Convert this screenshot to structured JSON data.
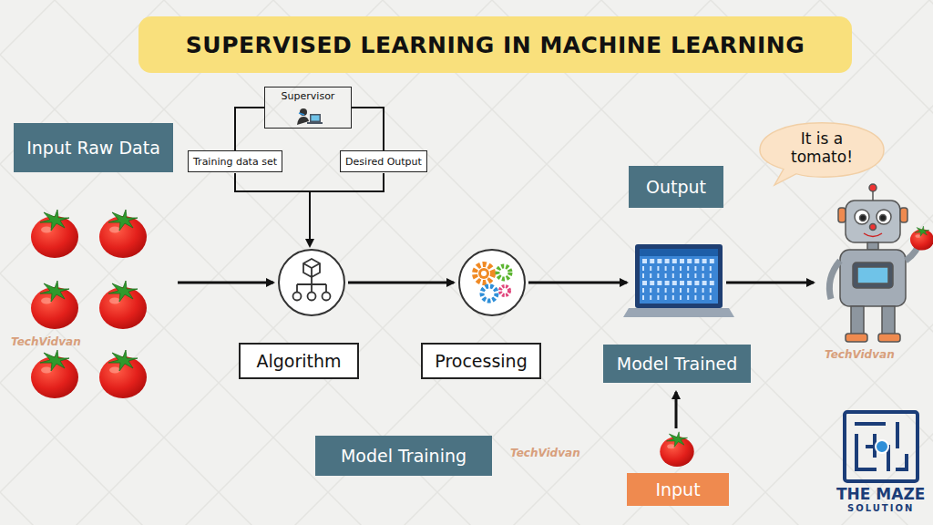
{
  "diagram": {
    "title": "SUPERVISED LEARNING IN MACHINE LEARNING",
    "nodes": [
      {
        "text": [
          "Input Raw Data"
        ]
      },
      {
        "text": [
          "Supervisor"
        ]
      },
      {
        "text": [
          "Training data set"
        ]
      },
      {
        "text": [
          "Desired Output"
        ]
      },
      {
        "text": [
          "Output"
        ]
      },
      {
        "text": [
          "It is a tomato!"
        ]
      },
      {
        "text": [
          "Algorithm"
        ]
      },
      {
        "text": [
          "Processing"
        ]
      },
      {
        "text": [
          "Model Trained"
        ]
      },
      {
        "text": [
          "Model Training"
        ]
      },
      {
        "text": [
          "Input"
        ]
      }
    ],
    "edges": [
      {
        "from": 1,
        "to": 2,
        "arrow": "none"
      },
      {
        "from": 1,
        "to": 3,
        "arrow": "none"
      }
    ],
    "labels": [
      "TechVidvan",
      "TechVidvan",
      "TechVidvan",
      "THE MAZE",
      "SOLUTION"
    ]
  }
}
